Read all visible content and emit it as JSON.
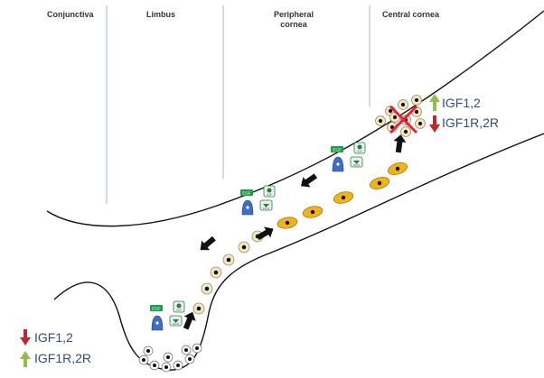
{
  "zones": {
    "conjunctiva": "Conjunctiva",
    "limbus": "Limbus",
    "peripheral_line1": "Peripheral",
    "peripheral_line2": "cornea",
    "central": "Central cornea"
  },
  "labels": {
    "central_up": "IGF1,2",
    "central_down": "IGF1R,2R",
    "limbal_down": "IGF1,2",
    "limbal_up": "IGF1R,2R"
  },
  "factor_tags": {
    "egf": "EGF",
    "igf": "IGF",
    "igf_receptor": "IGF-R"
  },
  "colors": {
    "divider": "#9ab9d6",
    "outline": "#111111",
    "up_arrow": "#8fbf4a",
    "down_arrow": "#c0272d",
    "label_text": "#2f4f7f",
    "progenitor_fill": "#f3e7c2",
    "differentiated_fill": "#f2b21c",
    "egf_tag": "#1f9a4d",
    "receptor_blue": "#3f6fc4",
    "cross": "#e2263a"
  },
  "icons": {
    "up": "up-arrow-icon",
    "down": "down-arrow-icon",
    "migration": "migration-arrow-icon",
    "block": "red-x-icon"
  }
}
